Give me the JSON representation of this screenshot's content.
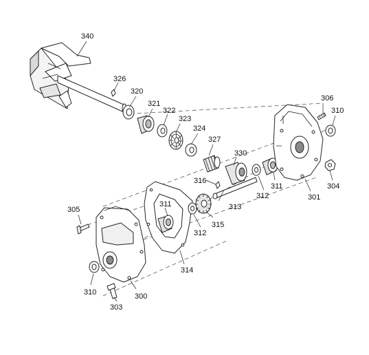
{
  "labels": {
    "p340": "340",
    "p326": "326",
    "p320": "320",
    "p321": "321",
    "p322": "322",
    "p323": "323",
    "p324": "324",
    "p327": "327",
    "p330": "330",
    "p306": "306",
    "p310_right": "310",
    "p316": "316",
    "p311_right": "311",
    "p312_right": "312",
    "p304": "304",
    "p301": "301",
    "p305": "305",
    "p311_left": "311",
    "p313": "313",
    "p315": "315",
    "p312_left": "312",
    "p314": "314",
    "p310_left": "310",
    "p300": "300",
    "p303": "303"
  }
}
